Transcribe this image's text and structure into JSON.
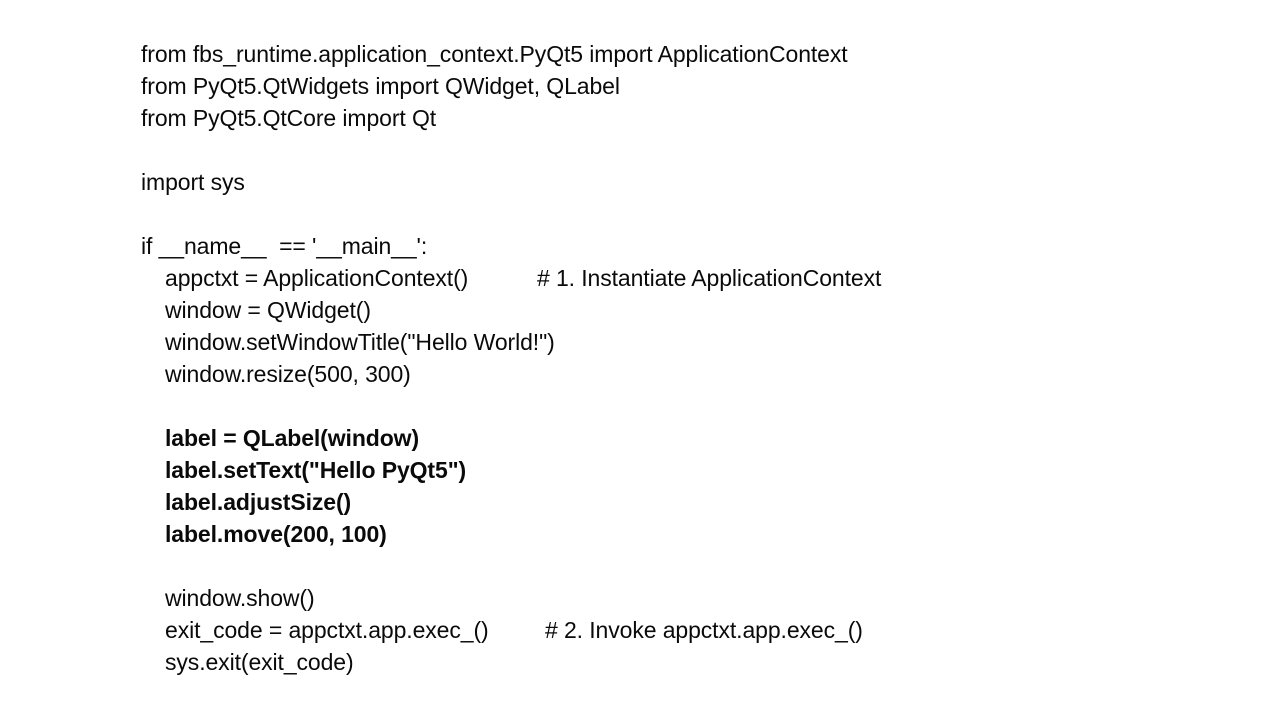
{
  "document": {
    "kind": "code-slide",
    "language": "python",
    "background_color": "#ffffff",
    "text_color": "#0a0a0a",
    "lines": [
      {
        "id": "l1",
        "indent": 0,
        "bold": false,
        "text": "from fbs_runtime.application_context.PyQt5 import ApplicationContext",
        "comment": ""
      },
      {
        "id": "l2",
        "indent": 0,
        "bold": false,
        "text": "from PyQt5.QtWidgets import QWidget, QLabel",
        "comment": ""
      },
      {
        "id": "l3",
        "indent": 0,
        "bold": false,
        "text": "from PyQt5.QtCore import Qt",
        "comment": ""
      },
      {
        "id": "l4",
        "indent": 0,
        "bold": false,
        "text": "",
        "comment": ""
      },
      {
        "id": "l5",
        "indent": 0,
        "bold": false,
        "text": "import sys",
        "comment": ""
      },
      {
        "id": "l6",
        "indent": 0,
        "bold": false,
        "text": "",
        "comment": ""
      },
      {
        "id": "l7",
        "indent": 0,
        "bold": false,
        "text": "if __name__  == '__main__':",
        "comment": ""
      },
      {
        "id": "l8",
        "indent": 1,
        "bold": false,
        "text": "appctxt = ApplicationContext()",
        "comment": "# 1. Instantiate ApplicationContext"
      },
      {
        "id": "l9",
        "indent": 1,
        "bold": false,
        "text": "window = QWidget()",
        "comment": ""
      },
      {
        "id": "l10",
        "indent": 1,
        "bold": false,
        "text": "window.setWindowTitle(\"Hello World!\")",
        "comment": ""
      },
      {
        "id": "l11",
        "indent": 1,
        "bold": false,
        "text": "window.resize(500, 300)",
        "comment": ""
      },
      {
        "id": "l12",
        "indent": 1,
        "bold": false,
        "text": "",
        "comment": ""
      },
      {
        "id": "l13",
        "indent": 1,
        "bold": true,
        "text": "label = QLabel(window)",
        "comment": ""
      },
      {
        "id": "l14",
        "indent": 1,
        "bold": true,
        "text": "label.setText(\"Hello PyQt5\")",
        "comment": ""
      },
      {
        "id": "l15",
        "indent": 1,
        "bold": true,
        "text": "label.adjustSize()",
        "comment": ""
      },
      {
        "id": "l16",
        "indent": 1,
        "bold": true,
        "text": "label.move(200, 100)",
        "comment": ""
      },
      {
        "id": "l17",
        "indent": 1,
        "bold": false,
        "text": "",
        "comment": ""
      },
      {
        "id": "l18",
        "indent": 1,
        "bold": false,
        "text": "window.show()",
        "comment": ""
      },
      {
        "id": "l19",
        "indent": 1,
        "bold": false,
        "text": "exit_code = appctxt.app.exec_()",
        "comment": "# 2. Invoke appctxt.app.exec_()"
      },
      {
        "id": "l20",
        "indent": 1,
        "bold": false,
        "text": "sys.exit(exit_code)",
        "comment": ""
      }
    ]
  }
}
